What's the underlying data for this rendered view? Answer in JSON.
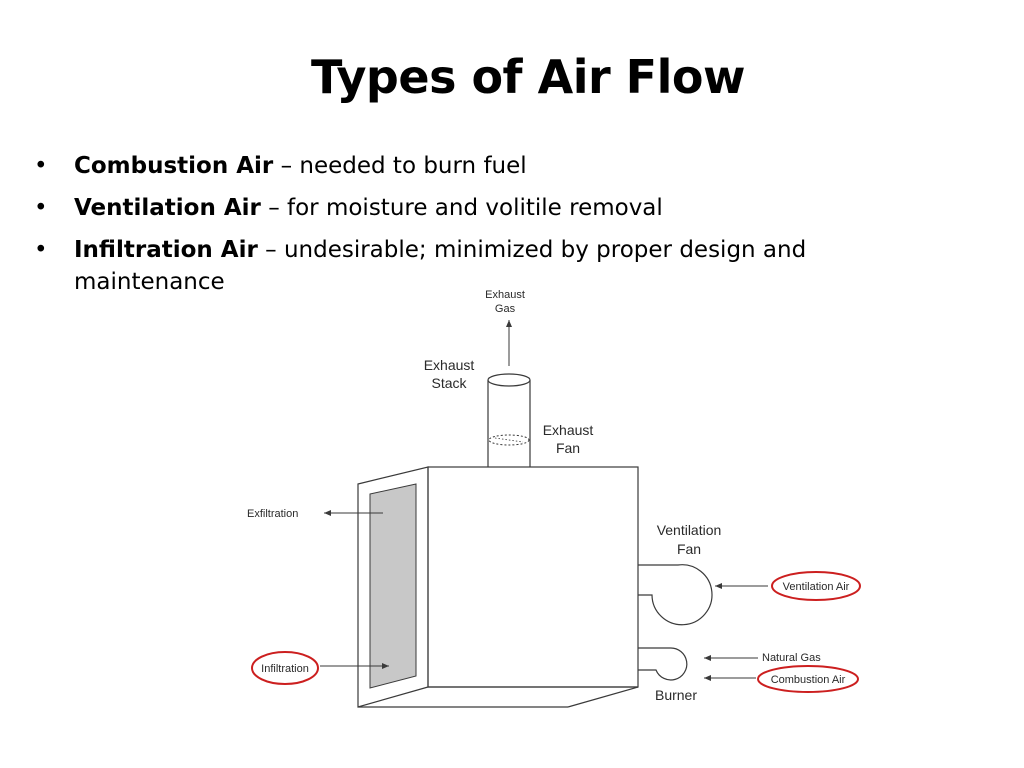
{
  "slide": {
    "title": "Types of Air Flow",
    "bullets": [
      {
        "term": "Combustion Air",
        "sep": " – ",
        "desc": "needed to burn fuel"
      },
      {
        "term": "Ventilation Air",
        "sep": " – ",
        "desc": "for moisture and volitile removal"
      },
      {
        "term": "Infiltration Air",
        "sep": " – ",
        "desc": "undesirable; minimized by proper design and maintenance"
      }
    ]
  },
  "diagram": {
    "labels": {
      "exhaust_gas_1": "Exhaust",
      "exhaust_gas_2": "Gas",
      "exhaust_stack_1": "Exhaust",
      "exhaust_stack_2": "Stack",
      "exhaust_fan_1": "Exhaust",
      "exhaust_fan_2": "Fan",
      "exfiltration": "Exfiltration",
      "ventilation_fan_1": "Ventilation",
      "ventilation_fan_2": "Fan",
      "ventilation_air": "Ventilation Air",
      "infiltration": "Infiltration",
      "natural_gas": "Natural Gas",
      "combustion_air": "Combustion Air",
      "burner": "Burner"
    },
    "colors": {
      "highlight_circle": "#cc1f1f",
      "line": "#3a3a3a",
      "door_panel": "#c8c8c8"
    }
  }
}
